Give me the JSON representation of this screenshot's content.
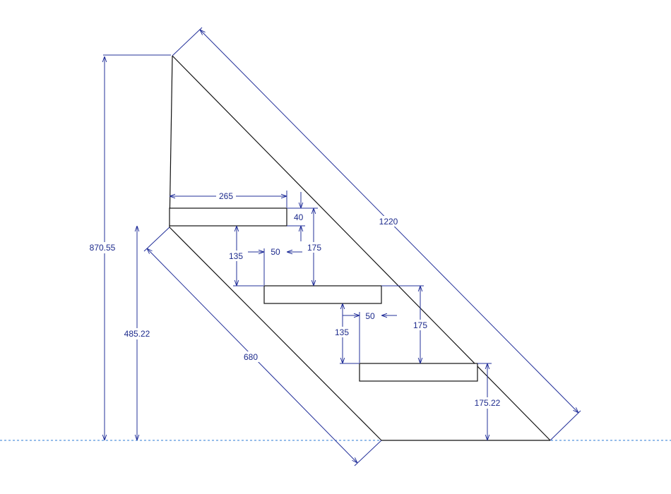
{
  "drawing": {
    "colors": {
      "object": "#111111",
      "dimension": "#23309a",
      "ground": "#2e7bd6"
    },
    "dimensions": {
      "total_height": "870.55",
      "lower_height": "485.22",
      "bottom_rise": "175.22",
      "stringer_length": "1220",
      "lower_length": "680",
      "tread_depth": "265",
      "tread_thickness": "40",
      "gap_1": "135",
      "gap_2": "135",
      "rise_1": "175",
      "rise_2": "175",
      "overlap_1": "50",
      "overlap_2": "50"
    }
  }
}
